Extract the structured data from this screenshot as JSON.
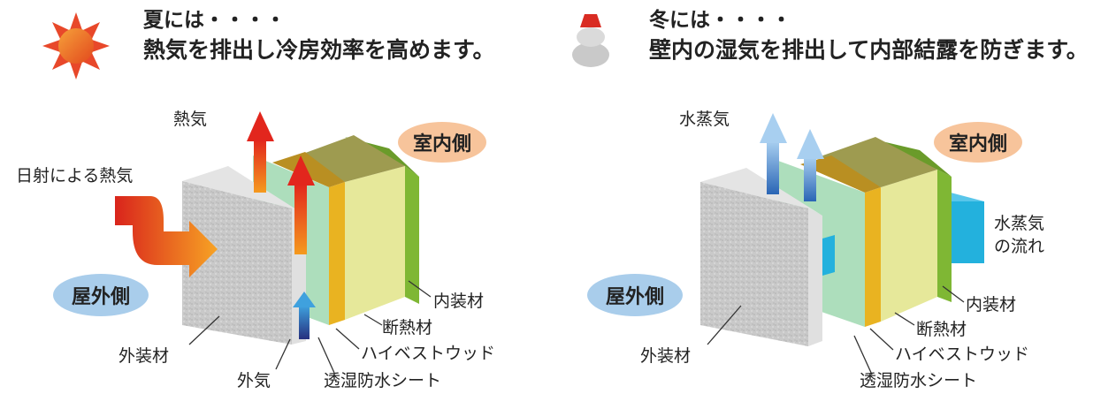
{
  "summer": {
    "heading_line1": "夏には・・・・",
    "heading_line2": "熱気を排出し冷房効率を高めます。",
    "labels": {
      "hot_air": "熱気",
      "solar_heat": "日射による熱気",
      "indoor": "室内側",
      "outdoor": "屋外側",
      "interior_material": "内装材",
      "insulation": "断熱材",
      "hybest_wood": "ハイベストウッド",
      "exterior_material": "外装材",
      "outside_air": "外気",
      "moisture_sheet": "透湿防水シート"
    }
  },
  "winter": {
    "heading_line1": "冬には・・・・",
    "heading_line2": "壁内の湿気を排出して内部結露を防ぎます。",
    "labels": {
      "water_vapor": "水蒸気",
      "indoor": "室内側",
      "vapor_flow_line1": "水蒸気",
      "vapor_flow_line2": "の流れ",
      "outdoor": "屋外側",
      "interior_material": "内装材",
      "insulation": "断熱材",
      "hybest_wood": "ハイベストウッド",
      "exterior_material": "外装材",
      "moisture_sheet": "透湿防水シート"
    }
  },
  "colors": {
    "indoor_pill": "#f7c49b",
    "outdoor_pill": "#a9cdeb",
    "interior_green": "#7fb734",
    "insulation_yellow": "#e6e89a",
    "hybest_orange": "#e9b321",
    "sheet_green": "#a9dcb8",
    "exterior_gray": "#c8c8c8",
    "hot_red": "#e53b1e",
    "vapor_blue": "#3f83c9",
    "flow_cyan": "#23b1dd"
  }
}
